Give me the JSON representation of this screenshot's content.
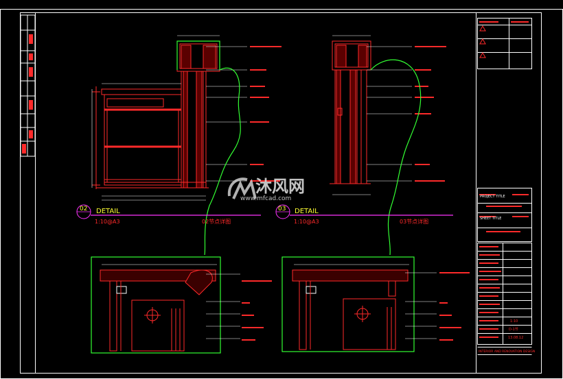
{
  "detail_02": {
    "num": "02",
    "label": "DETAIL",
    "scale": "1:10@A3",
    "sub": "02节点详图"
  },
  "detail_03": {
    "num": "03",
    "label": "DETAIL",
    "scale": "1:10@A3",
    "sub": "03节点详图"
  },
  "title_block": {
    "project_title_label": "PROJECT TITLE",
    "sheet_title_label": "SHEET TITLE",
    "sheet_no_value": "D-1节",
    "date_value": "13.08.12",
    "scale_value": "1:10",
    "footer": "INTERIOR AND RENOVATION DESIGN"
  },
  "watermark": {
    "brand_cn": "沐风网",
    "url": "www.mfcad.com"
  },
  "colors": {
    "frame": "#ffffff",
    "drawing": "#ff2a2a",
    "callout": "#33ff33",
    "detail_line": "#ff33ff",
    "text_yellow": "#ffff33"
  }
}
